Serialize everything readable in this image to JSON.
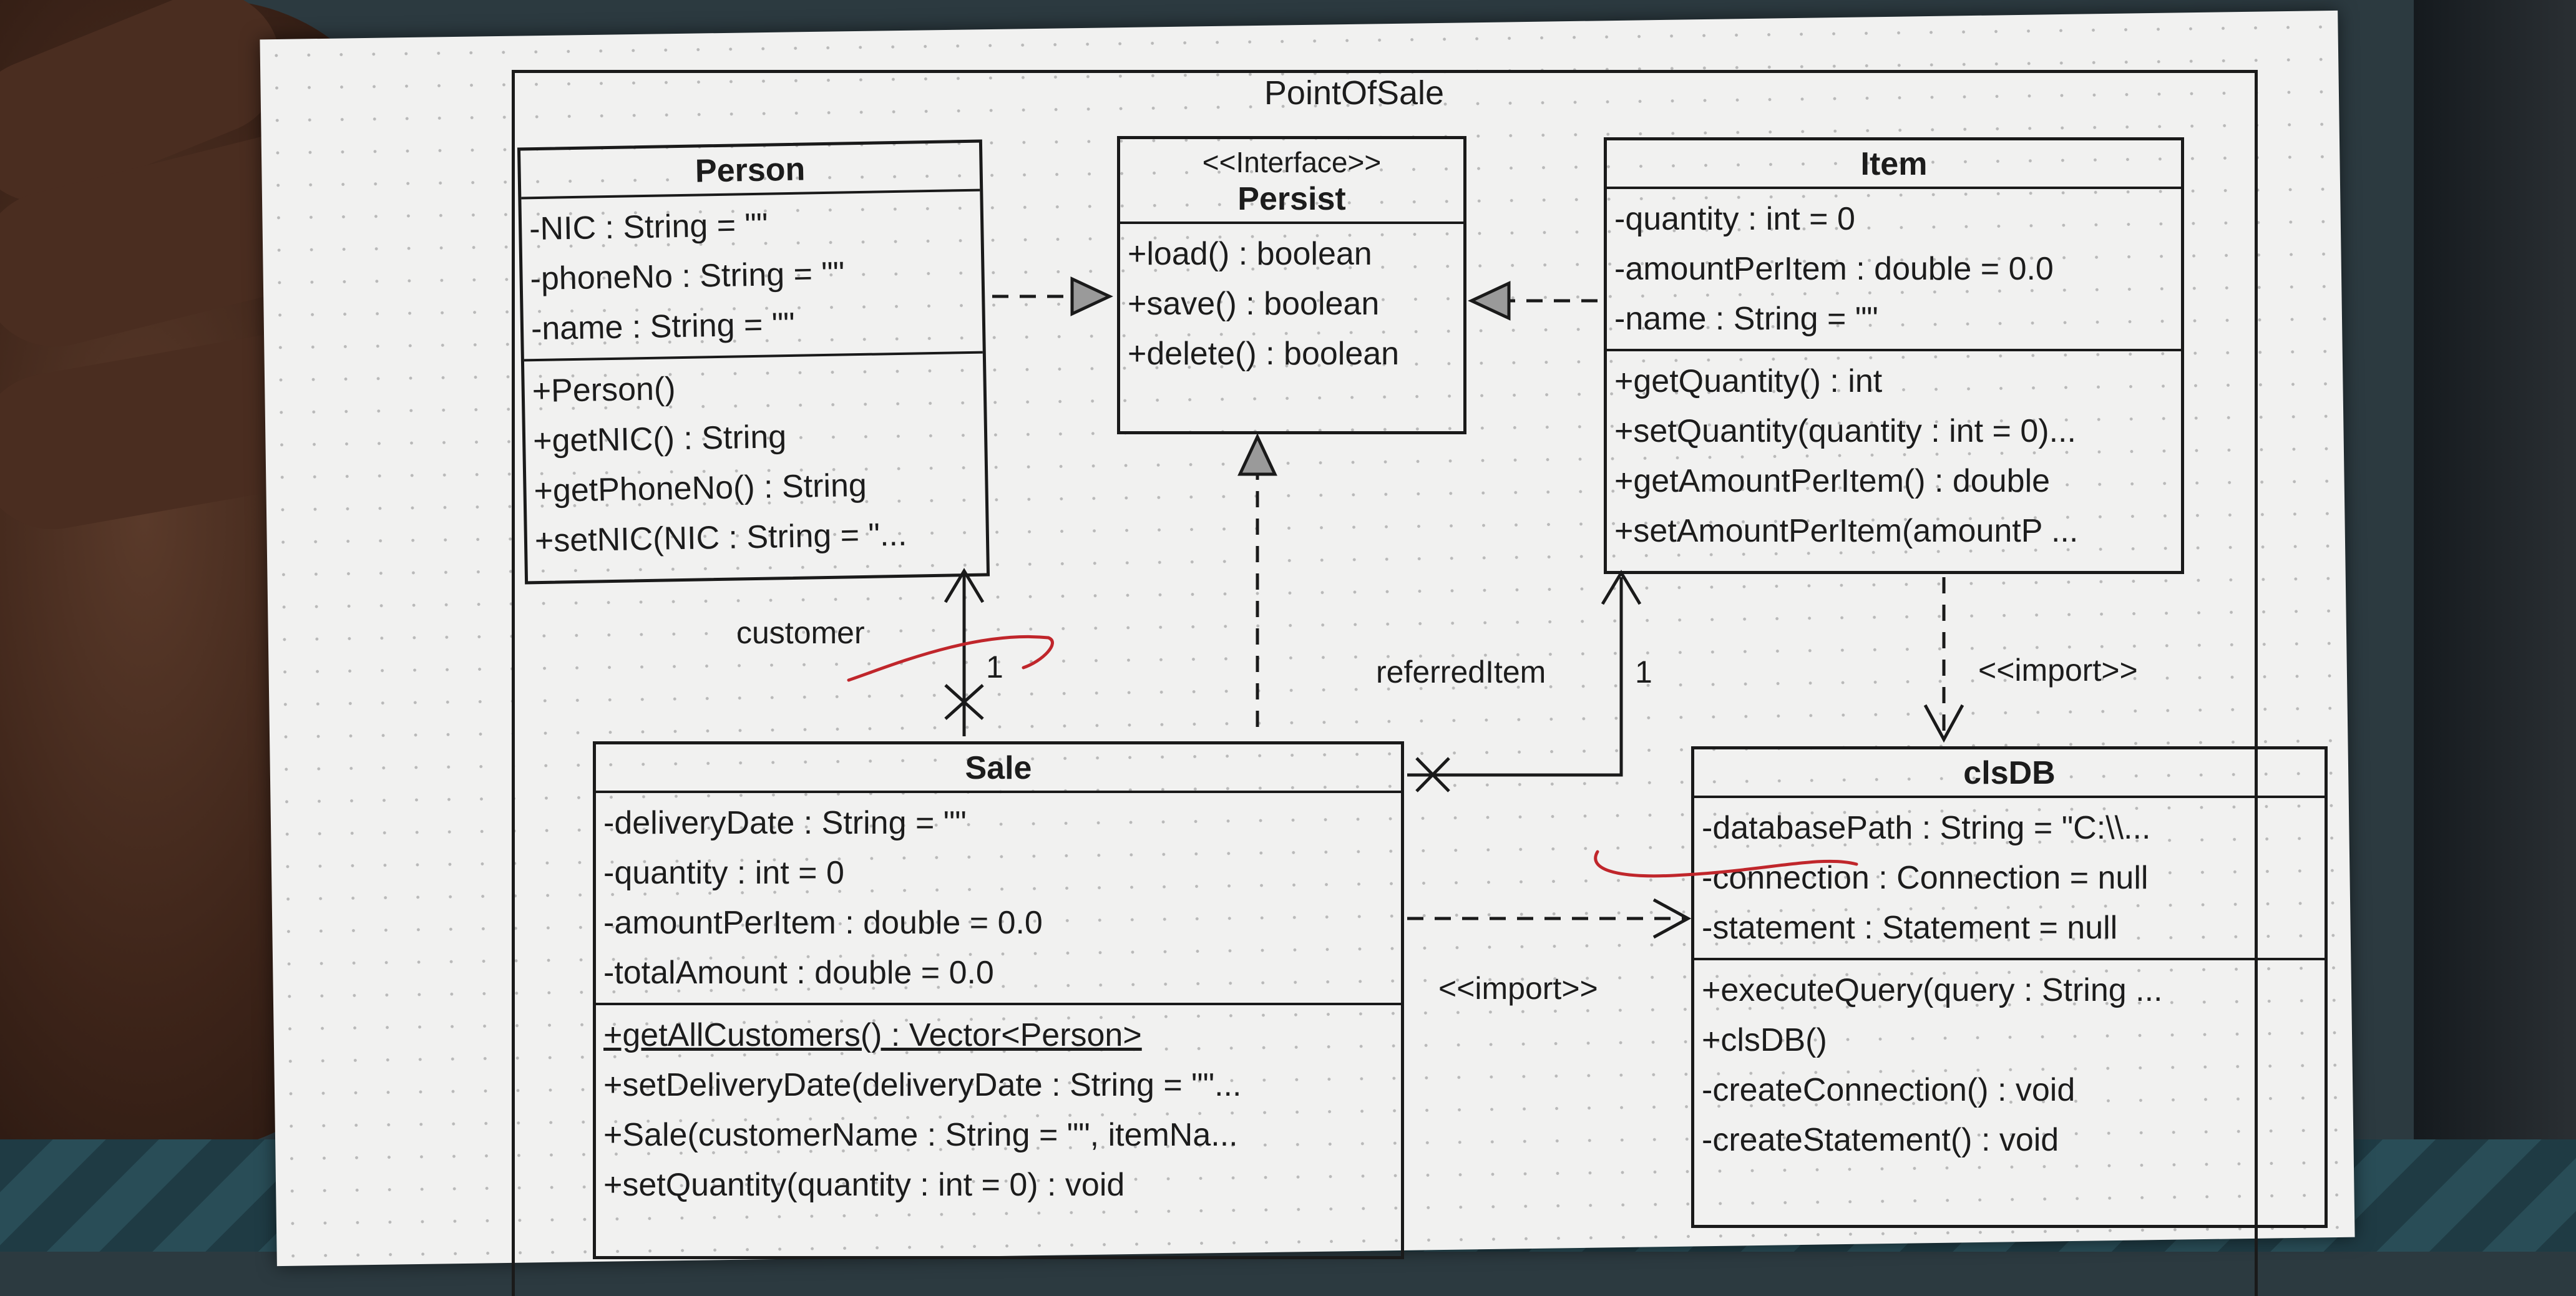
{
  "diagram_title": "PointOfSale",
  "classes": {
    "person": {
      "name": "Person",
      "attributes": [
        "-NIC : String = \"\"",
        "-phoneNo : String = \"\"",
        "-name : String = \"\""
      ],
      "operations": [
        "+Person()",
        "+getNIC() : String",
        "+getPhoneNo() : String",
        "+setNIC(NIC : String = \"..."
      ]
    },
    "persist": {
      "stereotype": "<<Interface>>",
      "name": "Persist",
      "operations": [
        "+load() : boolean",
        "+save() : boolean",
        "+delete() : boolean"
      ]
    },
    "item": {
      "name": "Item",
      "attributes": [
        "-quantity : int = 0",
        "-amountPerItem : double = 0.0",
        "-name : String = \"\""
      ],
      "operations": [
        "+getQuantity() : int",
        "+setQuantity(quantity : int = 0)...",
        "+getAmountPerItem() : double",
        "+setAmountPerItem(amountP ..."
      ]
    },
    "sale": {
      "name": "Sale",
      "attributes": [
        "-deliveryDate : String = \"\"",
        "-quantity : int = 0",
        "-amountPerItem : double = 0.0",
        "-totalAmount : double = 0.0"
      ],
      "operations": [
        "+getAllCustomers() : Vector<Person>",
        "+setDeliveryDate(deliveryDate : String = \"\"...",
        "+Sale(customerName : String = \"\", itemNa...",
        "+setQuantity(quantity : int = 0) : void"
      ]
    },
    "clsdb": {
      "name": "clsDB",
      "attributes": [
        "-databasePath : String = \"C:\\\\...",
        "-connection : Connection = null",
        "-statement : Statement = null"
      ],
      "operations": [
        "+executeQuery(query : String ...",
        "+clsDB()",
        "-createConnection() : void",
        "-createStatement() : void"
      ]
    }
  },
  "labels": {
    "customer_role": "customer",
    "customer_mult": "1",
    "referred_role": "referredItem",
    "referred_mult": "1",
    "import_item": "<<import>>",
    "import_sale": "<<import>>"
  },
  "colors": {
    "ink": "#1c1c1c",
    "paper": "#f1f1f0",
    "red_pen": "#c0262b"
  }
}
